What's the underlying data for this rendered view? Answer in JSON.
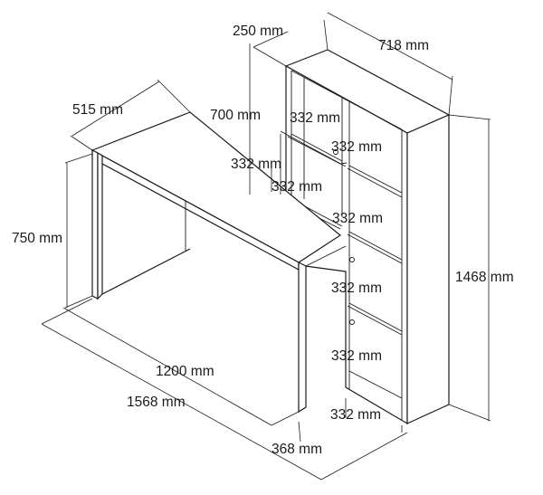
{
  "figure": {
    "dimensions": {
      "shelf_depth": "250 mm",
      "shelf_width": "718 mm",
      "desk_depth": "515 mm",
      "desk_back_span": "700 mm",
      "shelf_compartment_1": "332 mm",
      "shelf_compartment_2": "332 mm",
      "shelf_compartment_left_a": "332 mm",
      "shelf_compartment_left_b": "332 mm",
      "shelf_compartment_3": "332 mm",
      "shelf_compartment_4": "332 mm",
      "shelf_compartment_5": "332 mm",
      "shelf_compartment_bottom": "332 mm",
      "desk_height": "750 mm",
      "total_height": "1468 mm",
      "desk_width": "1200 mm",
      "total_width": "1568 mm",
      "side_width": "368 mm"
    }
  }
}
